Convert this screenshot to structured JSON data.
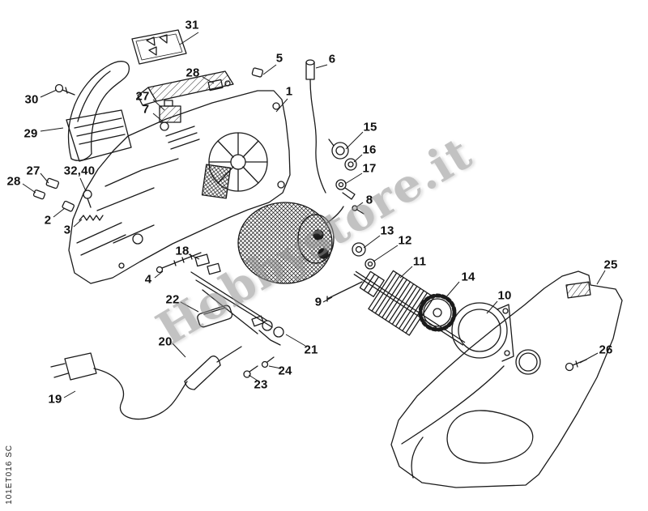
{
  "diagram": {
    "watermark": "Hobbystore.it",
    "footer_code": "101ET016 SC",
    "colors": {
      "background": "#ffffff",
      "line": "#1a1a1a",
      "watermark": "#919191",
      "label": "#111111"
    },
    "callouts": [
      {
        "text": "31"
      },
      {
        "text": "5"
      },
      {
        "text": "6"
      },
      {
        "text": "28"
      },
      {
        "text": "1"
      },
      {
        "text": "27"
      },
      {
        "text": "7"
      },
      {
        "text": "30"
      },
      {
        "text": "29"
      },
      {
        "text": "27"
      },
      {
        "text": "28"
      },
      {
        "text": "32,40"
      },
      {
        "text": "2"
      },
      {
        "text": "3"
      },
      {
        "text": "15"
      },
      {
        "text": "16"
      },
      {
        "text": "17"
      },
      {
        "text": "8"
      },
      {
        "text": "13"
      },
      {
        "text": "12"
      },
      {
        "text": "11"
      },
      {
        "text": "14"
      },
      {
        "text": "10"
      },
      {
        "text": "25"
      },
      {
        "text": "26"
      },
      {
        "text": "18"
      },
      {
        "text": "4"
      },
      {
        "text": "22"
      },
      {
        "text": "9"
      },
      {
        "text": "21"
      },
      {
        "text": "20"
      },
      {
        "text": "24"
      },
      {
        "text": "23"
      },
      {
        "text": "19"
      }
    ]
  }
}
